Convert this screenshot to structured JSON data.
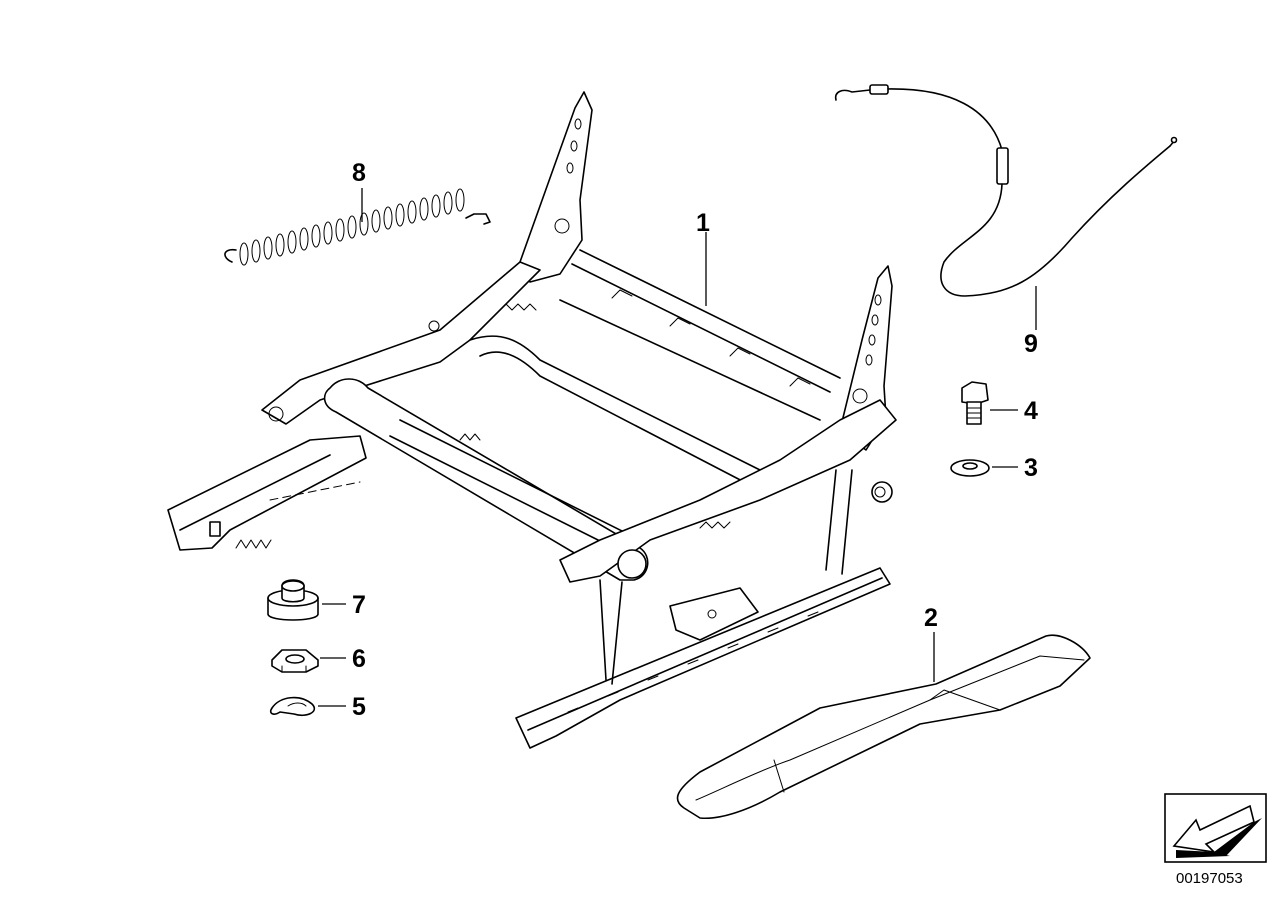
{
  "diagram": {
    "callouts": {
      "c1": "1",
      "c2": "2",
      "c3": "3",
      "c4": "4",
      "c5": "5",
      "c6": "6",
      "c7": "7",
      "c8": "8",
      "c9": "9"
    },
    "document_number": "00197053",
    "colors": {
      "line": "#000000",
      "background": "#ffffff",
      "shade": "#d9d9d9"
    },
    "icons": {
      "direction_box": "arrow-direction-icon"
    }
  }
}
